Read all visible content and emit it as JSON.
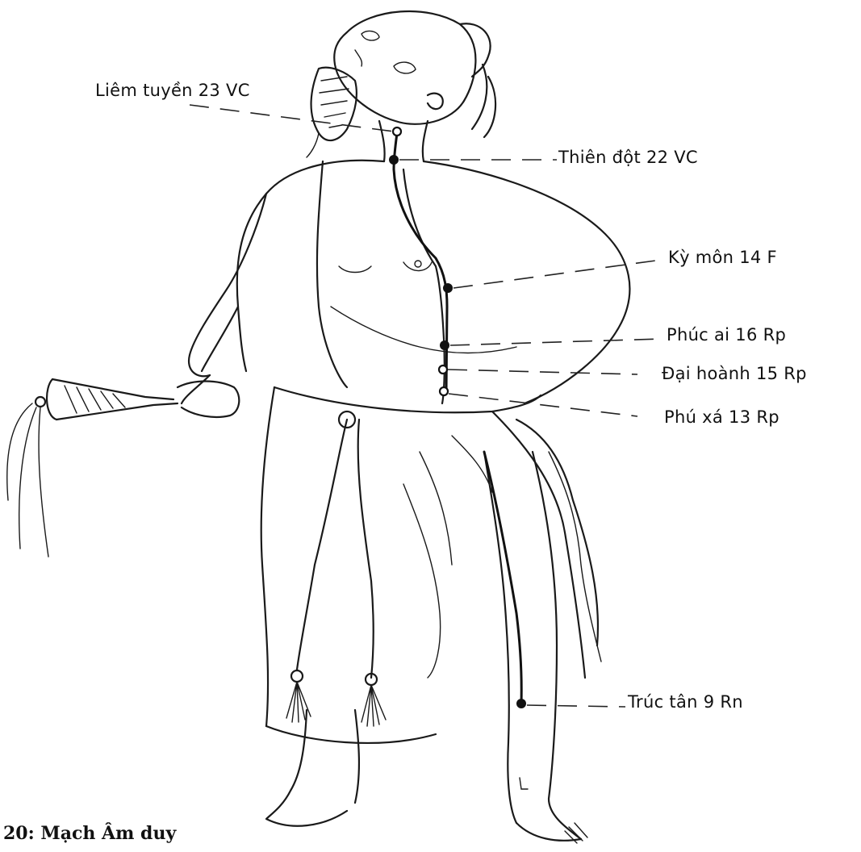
{
  "caption": "20: Mạch Âm duy",
  "points": [
    {
      "key": "liem_tuyen",
      "label": "Liêm tuyền 23 VC"
    },
    {
      "key": "thien_dot",
      "label": "Thiên đột 22 VC"
    },
    {
      "key": "ky_mon",
      "label": "Kỳ môn 14 F"
    },
    {
      "key": "phuc_ai",
      "label": "Phúc ai 16 Rp"
    },
    {
      "key": "dai_hoanh",
      "label": "Đại hoành 15 Rp"
    },
    {
      "key": "phu_xa",
      "label": "Phú xá 13 Rp"
    },
    {
      "key": "truc_tan",
      "label": "Trúc tân 9 Rn"
    }
  ]
}
